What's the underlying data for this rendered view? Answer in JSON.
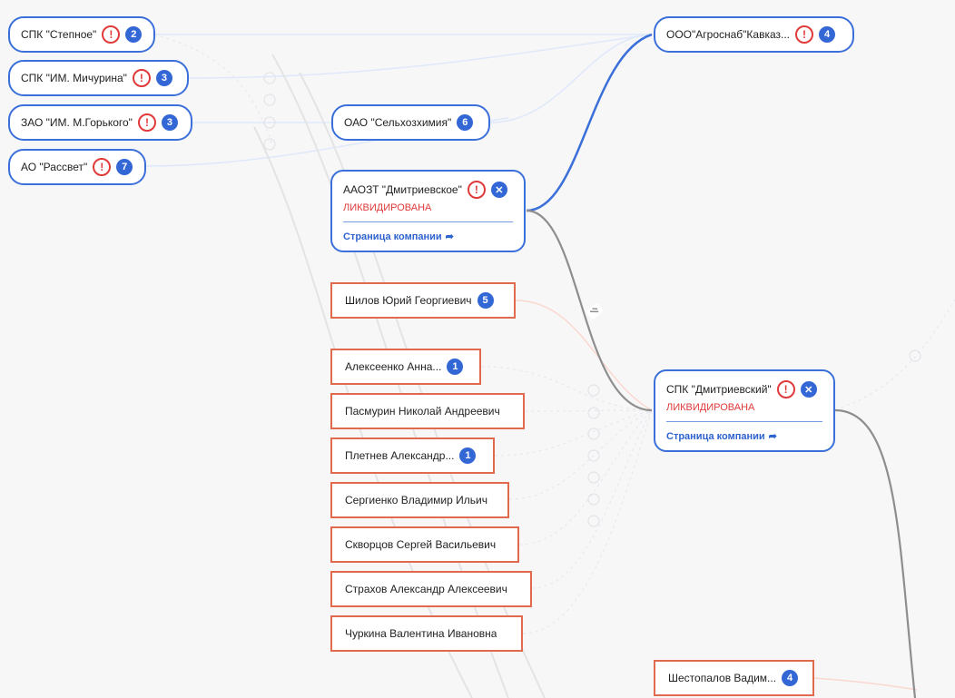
{
  "top_companies": [
    {
      "name": "СПК \"Степное\"",
      "count": "2"
    },
    {
      "name": "СПК \"ИМ. Мичурина\"",
      "count": "3"
    },
    {
      "name": "ЗАО \"ИМ. М.Горького\"",
      "count": "3"
    },
    {
      "name": "АО \"Рассвет\"",
      "count": "7"
    }
  ],
  "selkhoz": {
    "name": "ОАО \"Сельхозхимия\"",
    "count": "6"
  },
  "agrosnab": {
    "name": "ООО\"Агроснаб\"Кавказ...",
    "count": "4"
  },
  "dmitrievskoe": {
    "name": "ААОЗТ \"Дмитриевское\"",
    "status": "ЛИКВИДИРОВАНА",
    "link": "Страница компании"
  },
  "dmitrievsky": {
    "name": "СПК \"Дмитриевский\"",
    "status": "ЛИКВИДИРОВАНА",
    "link": "Страница компании"
  },
  "shilov": {
    "name": "Шилов Юрий Георгиевич",
    "count": "5"
  },
  "persons": [
    {
      "name": "Алексеенко Анна...",
      "count": "1"
    },
    {
      "name": "Пасмурин Николай Андреевич",
      "count": ""
    },
    {
      "name": "Плетнев Александр...",
      "count": "1"
    },
    {
      "name": "Сергиенко Владимир Ильич",
      "count": ""
    },
    {
      "name": "Скворцов Сергей Васильевич",
      "count": ""
    },
    {
      "name": "Страхов Александр Алексеевич",
      "count": ""
    },
    {
      "name": "Чуркина Валентина Ивановна",
      "count": ""
    }
  ],
  "shestopalov": {
    "name": "Шестопалов Вадим...",
    "count": "4"
  },
  "icons": {
    "warning": "!",
    "close": "✕",
    "arrow": "➦"
  },
  "colors": {
    "company_border": "#3b6fd9",
    "person_border": "#e0694e",
    "status": "#e03a3a",
    "badge": "#3467d6"
  }
}
